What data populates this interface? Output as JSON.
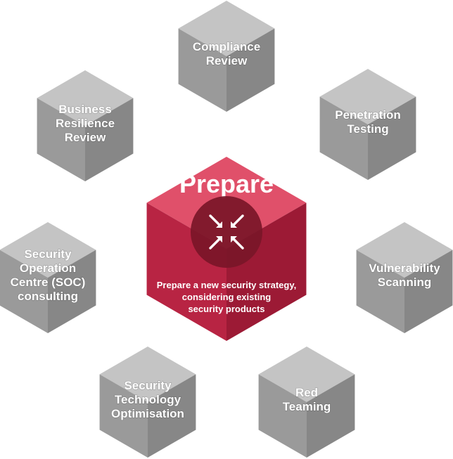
{
  "center": {
    "title": "Prepare",
    "description_lines": [
      "Prepare a new security strategy,",
      "considering existing",
      "security products"
    ],
    "icon": "compress-arrows-icon",
    "colors": {
      "top": "#e0506a",
      "left": "#b82443",
      "right": "#9c1a35",
      "circle": "#7a1628"
    }
  },
  "satellite_colors": {
    "top": "#c4c4c4",
    "left": "#9a9a9a",
    "right": "#878787"
  },
  "satellites": [
    {
      "id": "compliance-review",
      "lines": [
        "Compliance",
        "Review"
      ]
    },
    {
      "id": "penetration-testing",
      "lines": [
        "Penetration",
        "Testing"
      ]
    },
    {
      "id": "vulnerability-scanning",
      "lines": [
        "Vulnerability",
        "Scanning"
      ]
    },
    {
      "id": "red-teaming",
      "lines": [
        "Red",
        "Teaming"
      ]
    },
    {
      "id": "security-technology-optimisation",
      "lines": [
        "Security",
        "Technology",
        "Optimisation"
      ]
    },
    {
      "id": "soc-consulting",
      "lines": [
        "Security",
        "Operation",
        "Centre (SOC)",
        "consulting"
      ]
    },
    {
      "id": "business-resilience-review",
      "lines": [
        "Business",
        "Resilience",
        "Review"
      ]
    }
  ]
}
